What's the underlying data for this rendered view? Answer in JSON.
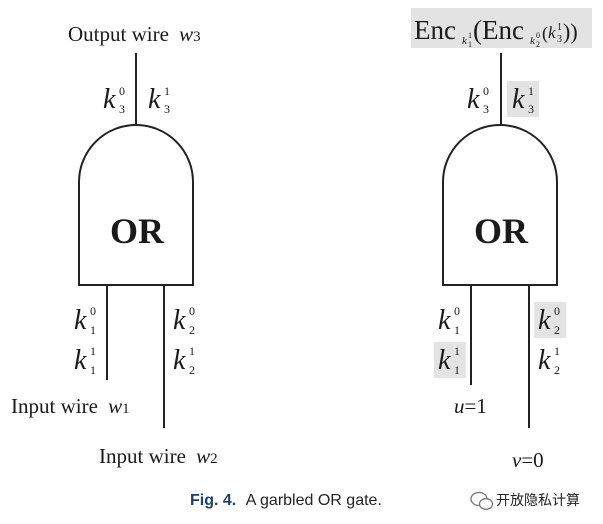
{
  "left": {
    "output_label": "Output wire",
    "output_var": "w",
    "output_sub": "3",
    "gate_label": "OR",
    "k3_0": {
      "base": "k",
      "sub": "3",
      "sup": "0"
    },
    "k3_1": {
      "base": "k",
      "sub": "3",
      "sup": "1"
    },
    "k1_0": {
      "base": "k",
      "sub": "1",
      "sup": "0"
    },
    "k1_1": {
      "base": "k",
      "sub": "1",
      "sup": "1"
    },
    "k2_0": {
      "base": "k",
      "sub": "2",
      "sup": "0"
    },
    "k2_1": {
      "base": "k",
      "sub": "2",
      "sup": "1"
    },
    "input1_label": "Input wire",
    "input1_var": "w",
    "input1_sub": "1",
    "input2_label": "Input wire",
    "input2_var": "w",
    "input2_sub": "2"
  },
  "right": {
    "enc": {
      "enc1": "Enc",
      "enc1_key_base": "k",
      "enc1_key_sub": "1",
      "enc1_key_sup": "1",
      "open1": "(",
      "enc2": "Enc",
      "enc2_key_base": "k",
      "enc2_key_sub": "2",
      "enc2_key_sup": "0",
      "open2": "(",
      "inner_base": "k",
      "inner_sub": "3",
      "inner_sup": "1",
      "close": "))"
    },
    "gate_label": "OR",
    "k3_0": {
      "base": "k",
      "sub": "3",
      "sup": "0"
    },
    "k3_1": {
      "base": "k",
      "sub": "3",
      "sup": "1"
    },
    "k1_0": {
      "base": "k",
      "sub": "1",
      "sup": "0"
    },
    "k1_1": {
      "base": "k",
      "sub": "1",
      "sup": "1"
    },
    "k2_0": {
      "base": "k",
      "sub": "2",
      "sup": "0"
    },
    "k2_1": {
      "base": "k",
      "sub": "2",
      "sup": "1"
    },
    "u_var": "u",
    "u_val": "=1",
    "v_var": "v",
    "v_val": "=0"
  },
  "caption": {
    "fig": "Fig. 4.",
    "text": "A garbled OR gate."
  },
  "watermark": {
    "text": "开放隐私计算"
  },
  "colors": {
    "highlight": "#e3e3e3",
    "ink": "#1a1a1a"
  }
}
